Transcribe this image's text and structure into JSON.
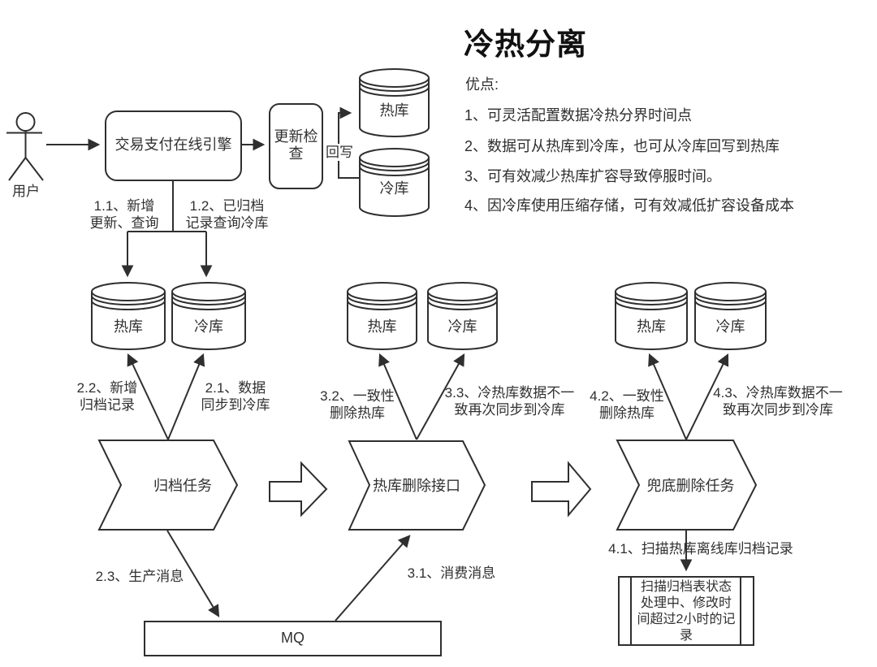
{
  "title": "冷热分离",
  "advantages": {
    "heading": "优点:",
    "items": [
      "1、可灵活配置数据冷热分界时间点",
      "2、数据可从热库到冷库，也可从冷库回写到热库",
      "3、可有效减少热库扩容导致停服时间。",
      "4、因冷库使用压缩存储，可有效减低扩容设备成本"
    ]
  },
  "nodes": {
    "user": "用户",
    "engine": "交易支付在线引擎",
    "update_check": "更新检\n查",
    "hot_db": "热库",
    "cold_db": "冷库",
    "archive_task": "归档任务",
    "hot_delete_api": "热库删除接口",
    "fallback_delete_task": "兜底删除任务",
    "mq": "MQ",
    "scan_record": "扫描归档表状态\n处理中、修改时\n间超过2小时的记\n录"
  },
  "edges": {
    "writeback": "回写",
    "e1_1": "1.1、新增\n更新、查询",
    "e1_2": "1.2、已归档\n记录查询冷库",
    "e2_1": "2.1、数据\n同步到冷库",
    "e2_2": "2.2、新增\n归档记录",
    "e2_3": "2.3、生产消息",
    "e3_1": "3.1、消费消息",
    "e3_2": "3.2、一致性\n删除热库",
    "e3_3": "3.3、冷热库数据不一\n致再次同步到冷库",
    "e4_1": "4.1、扫描热库离线库归档记录",
    "e4_2": "4.2、一致性\n删除热库",
    "e4_3": "4.3、冷热库数据不一\n致再次同步到冷库"
  },
  "colors": {
    "stroke": "#2f2f2f",
    "text": "#303030",
    "background": "#ffffff"
  }
}
